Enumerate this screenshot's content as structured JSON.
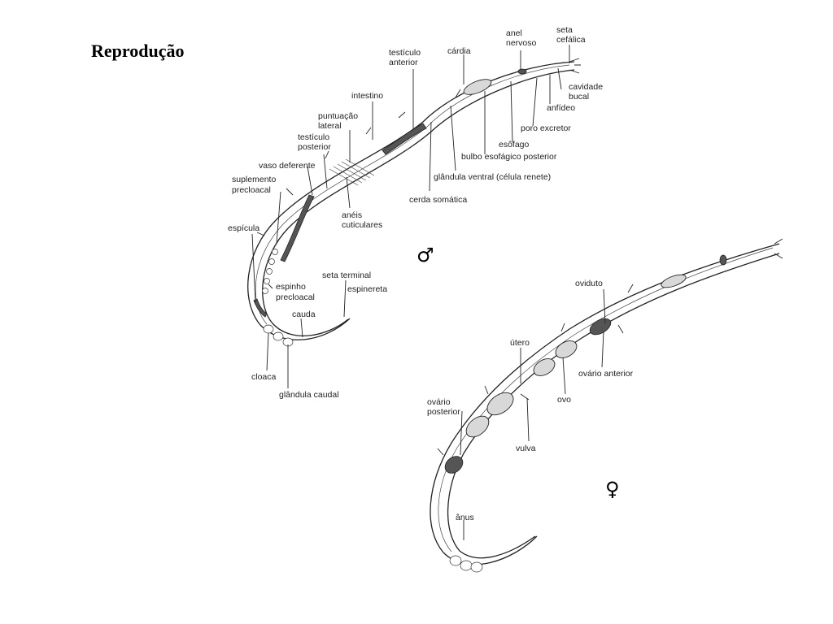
{
  "title": "Reprodução",
  "male": {
    "symbol": "♂",
    "labels": {
      "seta_cefalica": [
        "seta",
        "cefálica"
      ],
      "anel_nervoso": [
        "anel",
        "nervoso"
      ],
      "cardia": [
        "cárdia"
      ],
      "testiculo_anterior": [
        "testículo",
        "anterior"
      ],
      "cavidade_bucal": [
        "cavidade",
        "bucal"
      ],
      "anfideo": [
        "anfídeo"
      ],
      "intestino": [
        "intestino"
      ],
      "poro_excretor": [
        "poro excretor"
      ],
      "puntuacao_lateral": [
        "puntuação",
        "lateral"
      ],
      "testiculo_posterior": [
        "testículo",
        "posterior"
      ],
      "esofago": [
        "esôfago"
      ],
      "bulbo": [
        "bulbo esofágico posterior"
      ],
      "vaso_deferente": [
        "vaso deferente"
      ],
      "glandula_ventral": [
        "glândula ventral (célula renete)"
      ],
      "suplemento_precloacal": [
        "suplemento",
        "precloacal"
      ],
      "cerda_somatica": [
        "cerda somática"
      ],
      "aneis_cuticulares": [
        "anéis",
        "cuticulares"
      ],
      "espicula": [
        "espícula"
      ],
      "seta_terminal": [
        "seta  terminal"
      ],
      "espinho_precloacal": [
        "espinho",
        "precloacal"
      ],
      "espinereta": [
        "espinereta"
      ],
      "cauda": [
        "cauda"
      ],
      "cloaca": [
        "cloaca"
      ],
      "glandula_caudal": [
        "glândula caudal"
      ]
    }
  },
  "female": {
    "symbol": "♀",
    "labels": {
      "oviduto": [
        "oviduto"
      ],
      "utero": [
        "útero"
      ],
      "ovario_anterior": [
        "ovário anterior"
      ],
      "ovo": [
        "ovo"
      ],
      "ovario_posterior": [
        "ovário",
        "posterior"
      ],
      "vulva": [
        "vulva"
      ],
      "anus": [
        "ânus"
      ]
    }
  }
}
